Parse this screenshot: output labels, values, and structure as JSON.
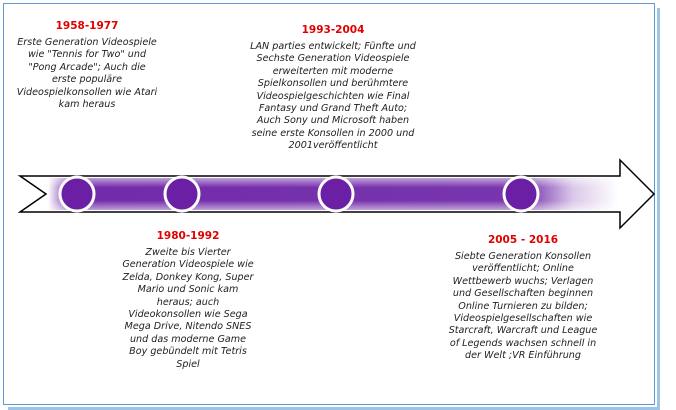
{
  "colors": {
    "arrow_fill": "#6a1fa5",
    "arrow_outline": "#000000",
    "node_fill": "#6a1fa5",
    "node_ring": "#ffffff",
    "date_color": "#e00000",
    "frame_color": "#5b9bd5"
  },
  "events": [
    {
      "date": "1958-1977",
      "text": "Erste Generation Videospiele wie \"Tennis for Two\" und \"Pong Arcade\"; Auch die erste populäre Videospielkonsollen wie Atari kam heraus"
    },
    {
      "date": "1980-1992",
      "text": "Zweite bis Vierter Generation Videospiele wie Zelda, Donkey Kong, Super Mario und Sonic kam heraus; auch Videokonsollen wie Sega Mega Drive, Nitendo SNES und das moderne Game Boy gebündelt mit Tetris Spiel"
    },
    {
      "date": "1993-2004",
      "text": "LAN parties entwickelt; Fünfte und Sechste Generation Videospiele erweiterten mit moderne Spielkonsollen und berühmtere Videospielgeschichten wie Final Fantasy und Grand Theft Auto; Auch Sony und Microsoft haben seine erste Konsollen in 2000 und 2001veröffentlicht"
    },
    {
      "date": "2005 - 2016",
      "text": "Siebte Generation Konsollen veröffentlicht; Online Wettbewerb wuchs; Verlagen und Gesellschaften beginnen Online Turnieren zu bilden; Videospielgesellschaften wie Starcraft, Warcraft und League of Legends wachsen schnell in der Welt ;VR Einführung"
    }
  ]
}
